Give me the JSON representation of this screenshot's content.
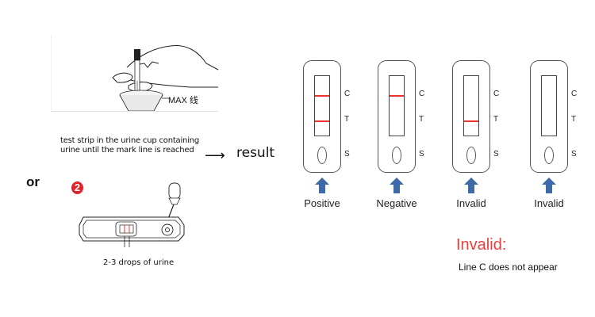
{
  "step1": {
    "illustration_label": "MAX 线",
    "instruction_line1": "test strip in the urine cup containing",
    "instruction_line2": "urine until the mark line is reached"
  },
  "flow": {
    "arrow": "⟶",
    "result_label": "result"
  },
  "alternative": {
    "or_label": "or",
    "step_number": "2",
    "step_badge_color": "#e0222a",
    "instruction": "2-3 drops  of urine"
  },
  "cassette_labels": {
    "c": "C",
    "t": "T",
    "s": "S"
  },
  "line_color": "#e8332c",
  "arrow_color": "#3f6aa8",
  "results": [
    {
      "caption": "Positive",
      "c_line": true,
      "t_line": true
    },
    {
      "caption": "Negative",
      "c_line": true,
      "t_line": false
    },
    {
      "caption": "Invalid",
      "c_line": false,
      "t_line": true
    },
    {
      "caption": "Invalid",
      "c_line": false,
      "t_line": false
    }
  ],
  "invalid_note": {
    "title": "Invalid:",
    "title_color": "#f03c3c",
    "description": "Line C does not appear"
  }
}
